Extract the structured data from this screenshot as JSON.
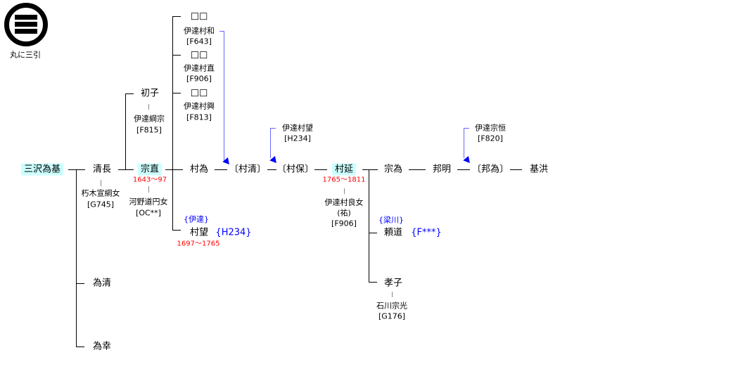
{
  "crest": {
    "label": "丸に三引"
  },
  "people": {
    "tamemoto": "三沢為基",
    "kiyonaga": "清長",
    "kiyonaga_wife": "朽木宣綱女",
    "kiyonaga_wife_id": "[G745]",
    "hatsuko": "初子",
    "hatsuko_spouse": "伊達綱宗",
    "hatsuko_spouse_id": "[F815]",
    "munenao": "宗直",
    "munenao_years": "1643～97",
    "munenao_wife": "河野道円女",
    "munenao_wife_id": "[OC**]",
    "dau1": "□□",
    "dau1_spouse": "伊達村和",
    "dau1_spouse_id": "[F643]",
    "dau2": "□□",
    "dau2_spouse": "伊達村直",
    "dau2_spouse_id": "[F906]",
    "dau3": "□□",
    "dau3_spouse": "伊達村興",
    "dau3_spouse_id": "[F813]",
    "murakata": "村為",
    "muramochi": "村望",
    "muramochi_family": "{伊達}",
    "muramochi_id": "{H234}",
    "muramochi_years": "1697～1765",
    "murakiyo": "〔村清〕",
    "murayasu": "〔村保〕",
    "murayasu_from": "伊達村望",
    "murayasu_from_id": "[H234]",
    "muranobu": "村延",
    "muranobu_years": "1765～1811",
    "muranobu_wife": "伊達村良女",
    "muranobu_wife_name": "(祐)",
    "muranobu_wife_id": "[F906]",
    "munetame": "宗為",
    "yorimichi": "頼道",
    "yorimichi_family": "{梁川}",
    "yorimichi_id": "{F***}",
    "takako": "孝子",
    "takako_spouse": "石川宗光",
    "takako_spouse_id": "[G176]",
    "kuniaki": "邦明",
    "kunitame": "〔邦為〕",
    "kunitame_from": "伊達宗恒",
    "kunitame_from_id": "[F820]",
    "motohiro": "基洪",
    "tamekiyo": "為清",
    "tameyuki": "為幸"
  },
  "colors": {
    "highlight": "#ccffff",
    "years": "#ff0000",
    "link": "#0000ff"
  }
}
